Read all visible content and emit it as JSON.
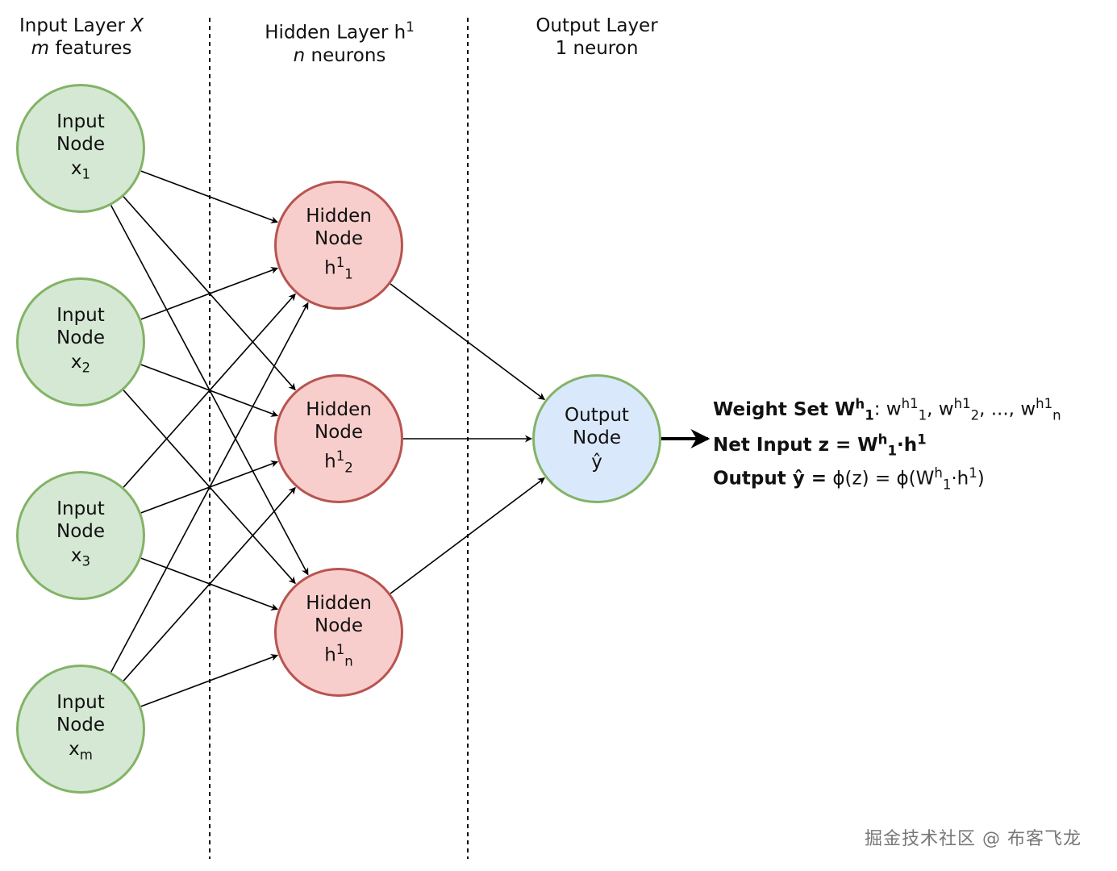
{
  "headers": {
    "input": {
      "line1": "Input Layer ",
      "var": "X",
      "line2_var": "m",
      "line2": " features"
    },
    "hidden": {
      "line1": "Hidden Layer h",
      "sup": "1",
      "line2_var": "n",
      "line2": " neurons"
    },
    "output": {
      "line1": "Output Layer",
      "line2": "1 neuron"
    }
  },
  "input_nodes": [
    {
      "line1": "Input",
      "line2": "Node",
      "sym": "x",
      "sub": "1"
    },
    {
      "line1": "Input",
      "line2": "Node",
      "sym": "x",
      "sub": "2"
    },
    {
      "line1": "Input",
      "line2": "Node",
      "sym": "x",
      "sub": "3"
    },
    {
      "line1": "Input",
      "line2": "Node",
      "sym": "x",
      "sub": "m"
    }
  ],
  "hidden_nodes": [
    {
      "line1": "Hidden",
      "line2": "Node",
      "sym": "h",
      "sup": "1",
      "sub": "1"
    },
    {
      "line1": "Hidden",
      "line2": "Node",
      "sym": "h",
      "sup": "1",
      "sub": "2"
    },
    {
      "line1": "Hidden",
      "line2": "Node",
      "sym": "h",
      "sup": "1",
      "sub": "n"
    }
  ],
  "output_node": {
    "line1": "Output",
    "line2": "Node",
    "sym": "ŷ"
  },
  "formulas": {
    "weight": {
      "label": "Weight Set W",
      "label_sup": "h",
      "label_sub": "1",
      "colon": ":",
      "w": "w",
      "sup": "h1",
      "sub1": "1",
      "sub2": "2",
      "subn": "n",
      "sep": ", ",
      "ellipsis": "..., "
    },
    "net": {
      "label": "Net Input z = W",
      "sup": "h",
      "sub": "1",
      "dot": "·h",
      "sup2": "1"
    },
    "output": {
      "label": "Output ŷ =",
      "phi_z": " ϕ(z) = ϕ(W",
      "sup": "h",
      "sub": "1",
      "dot": "·h",
      "sup2": "1",
      "close": ")"
    }
  },
  "watermark": "掘金技术社区 @ 布客飞龙",
  "colors": {
    "input_fill": "#d5e8d4",
    "input_stroke": "#82b366",
    "hidden_fill": "#f8cecc",
    "hidden_stroke": "#b85450",
    "output_fill": "#dae8fc",
    "output_stroke": "#82b366"
  }
}
